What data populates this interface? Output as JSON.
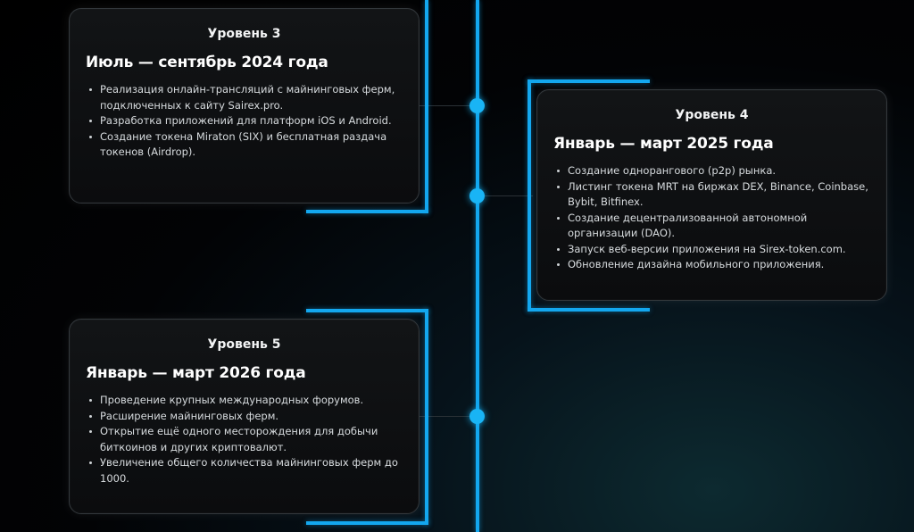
{
  "roadmap": {
    "cards": [
      {
        "level": "Уровень 3",
        "period": "Июль — сентябрь 2024 года",
        "items": [
          "Реализация онлайн-трансляций с майнинговых ферм, подключенных к сайту Sairex.pro.",
          "Разработка приложений для платформ iOS и Android.",
          "Создание токена Miraton (SIX) и бесплатная раздача токенов (Airdrop)."
        ]
      },
      {
        "level": "Уровень 4",
        "period": "Январь — март 2025 года",
        "items": [
          "Создание одноранговoго (p2p) рынка.",
          "Листинг токена MRT на биржах DEX, Binance, Coinbase, Bybit, Bitfinex.",
          "Создание децентрализованной автономной организации (DAO).",
          "Запуск веб-версии приложения на Sirex-token.com.",
          "Обновление дизайна мобильного приложения."
        ]
      },
      {
        "level": "Уровень 5",
        "period": "Январь — март 2026 года",
        "items": [
          "Проведение крупных международных форумов.",
          "Расширение майнинговых ферм.",
          "Открытие ещё одного месторождения для добычи биткоинов и других криптовалют.",
          "Увеличение общего количества майнинговых ферм до 1000."
        ]
      }
    ]
  },
  "colors": {
    "accent": "#13a7ef",
    "background": "#000000",
    "card": "#101214"
  }
}
